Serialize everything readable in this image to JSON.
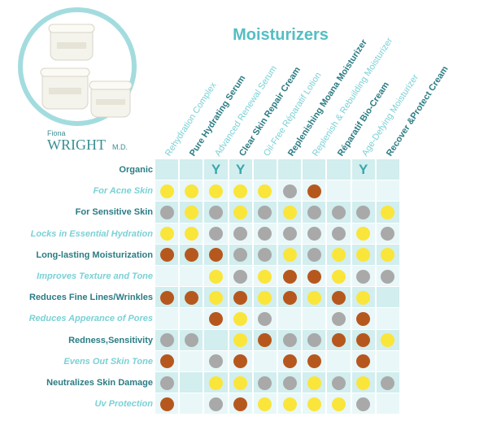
{
  "title": "Moisturizers",
  "brand": {
    "first": "Fiona",
    "last": "WRIGHT",
    "suffix": "M.D."
  },
  "colors": {
    "accent": "#54bec3",
    "band": "#d2eeef",
    "band_light": "#e9f7f8",
    "yellow": "#fae53a",
    "gray": "#a9a9a9",
    "brown": "#b6581e"
  },
  "products": [
    {
      "name": "Rehydration Complex",
      "style": "alt"
    },
    {
      "name": "Pure Hydrating Serum",
      "style": "pri"
    },
    {
      "name": "Advanced Renewal Serum",
      "style": "alt"
    },
    {
      "name": "Clear Skin Repair Cream",
      "style": "pri"
    },
    {
      "name": "Oil-Free Réparatif Lotion",
      "style": "alt"
    },
    {
      "name": "Replenishing Moana Moisturizer",
      "style": "pri"
    },
    {
      "name": "Replenish & Rebuilding Moisturizer",
      "style": "alt"
    },
    {
      "name": "Réparatif Bio-Cream",
      "style": "pri"
    },
    {
      "name": "Age-Defying Moisturizer",
      "style": "alt"
    },
    {
      "name": "Recover &Protect Cream",
      "style": "pri"
    }
  ],
  "legend_note": "Y = yes; y = yellow dot, g = gray dot, b = brown dot, empty = none",
  "rows": [
    {
      "label": "Organic",
      "style": "pri",
      "cells": [
        "",
        "",
        "Y",
        "Y",
        "",
        "",
        "",
        "",
        "Y",
        ""
      ]
    },
    {
      "label": "For Acne Skin",
      "style": "alt",
      "cells": [
        "y",
        "y",
        "y",
        "y",
        "y",
        "g",
        "b",
        "",
        "",
        ""
      ]
    },
    {
      "label": "For Sensitive Skin",
      "style": "pri",
      "cells": [
        "g",
        "y",
        "g",
        "y",
        "g",
        "y",
        "g",
        "g",
        "g",
        "y"
      ]
    },
    {
      "label": "Locks in Essential Hydration",
      "style": "alt",
      "cells": [
        "y",
        "y",
        "g",
        "g",
        "g",
        "g",
        "g",
        "g",
        "y",
        "g"
      ]
    },
    {
      "label": "Long-lasting Moisturization",
      "style": "pri",
      "cells": [
        "b",
        "b",
        "b",
        "g",
        "g",
        "y",
        "g",
        "y",
        "y",
        "y"
      ]
    },
    {
      "label": "Improves Texture and Tone",
      "style": "alt",
      "cells": [
        "",
        "",
        "y",
        "g",
        "y",
        "b",
        "b",
        "y",
        "g",
        "g"
      ]
    },
    {
      "label": "Reduces Fine Lines/Wrinkles",
      "style": "pri",
      "cells": [
        "b",
        "b",
        "y",
        "b",
        "y",
        "b",
        "y",
        "b",
        "y",
        ""
      ]
    },
    {
      "label": "Reduces Apperance of Pores",
      "style": "alt",
      "cells": [
        "",
        "",
        "b",
        "y",
        "g",
        "",
        "",
        "g",
        "b",
        ""
      ]
    },
    {
      "label": "Redness,Sensitivity",
      "style": "pri",
      "cells": [
        "g",
        "g",
        "",
        "y",
        "b",
        "g",
        "g",
        "b",
        "b",
        "y"
      ]
    },
    {
      "label": "Evens Out Skin Tone",
      "style": "alt",
      "cells": [
        "b",
        "",
        "g",
        "b",
        "",
        "b",
        "b",
        "",
        "b",
        ""
      ]
    },
    {
      "label": "Neutralizes Skin Damage",
      "style": "pri",
      "cells": [
        "g",
        "",
        "y",
        "y",
        "g",
        "g",
        "y",
        "g",
        "y",
        "g"
      ]
    },
    {
      "label": "Uv Protection",
      "style": "alt",
      "cells": [
        "b",
        "",
        "g",
        "b",
        "y",
        "y",
        "y",
        "y",
        "g",
        ""
      ]
    }
  ]
}
